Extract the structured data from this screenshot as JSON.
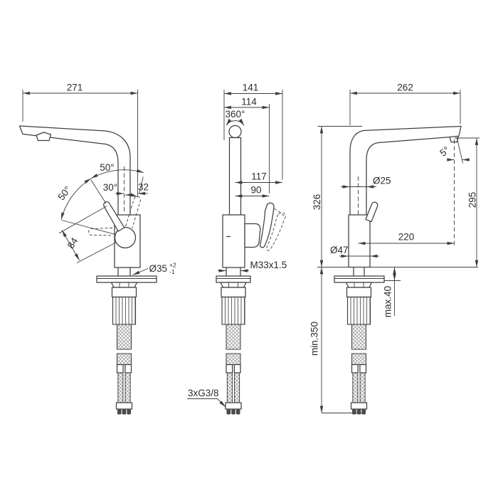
{
  "colors": {
    "line": "#3f3f3f",
    "text": "#2d2d2d",
    "background": "#ffffff"
  },
  "views": {
    "side": {
      "dims": {
        "spout_width": "271",
        "handle_angle_top": "50°",
        "handle_angle_mid": "30°",
        "handle_offset": "32",
        "handle_angle_low": "50°",
        "handle_length": "84",
        "hole_diameter": "Ø35",
        "hole_tol_upper": "+2",
        "hole_tol_lower": "-1"
      }
    },
    "front": {
      "dims": {
        "overall_depth": "141",
        "inner_depth": "114",
        "swivel_range": "360°",
        "upper_depth": "117",
        "lever_depth": "90",
        "shank_thread": "M33x1.5",
        "hose_connections": "3xG3/8"
      }
    },
    "back": {
      "dims": {
        "spout_reach_total": "262",
        "outlet_angle": "5°",
        "spout_tube_diameter": "Ø25",
        "height_overall": "326",
        "height_outlet": "295",
        "spout_reach": "220",
        "body_diameter": "Ø47",
        "deck_thickness_max": "max.40",
        "hose_length_min": "min.350"
      }
    }
  }
}
